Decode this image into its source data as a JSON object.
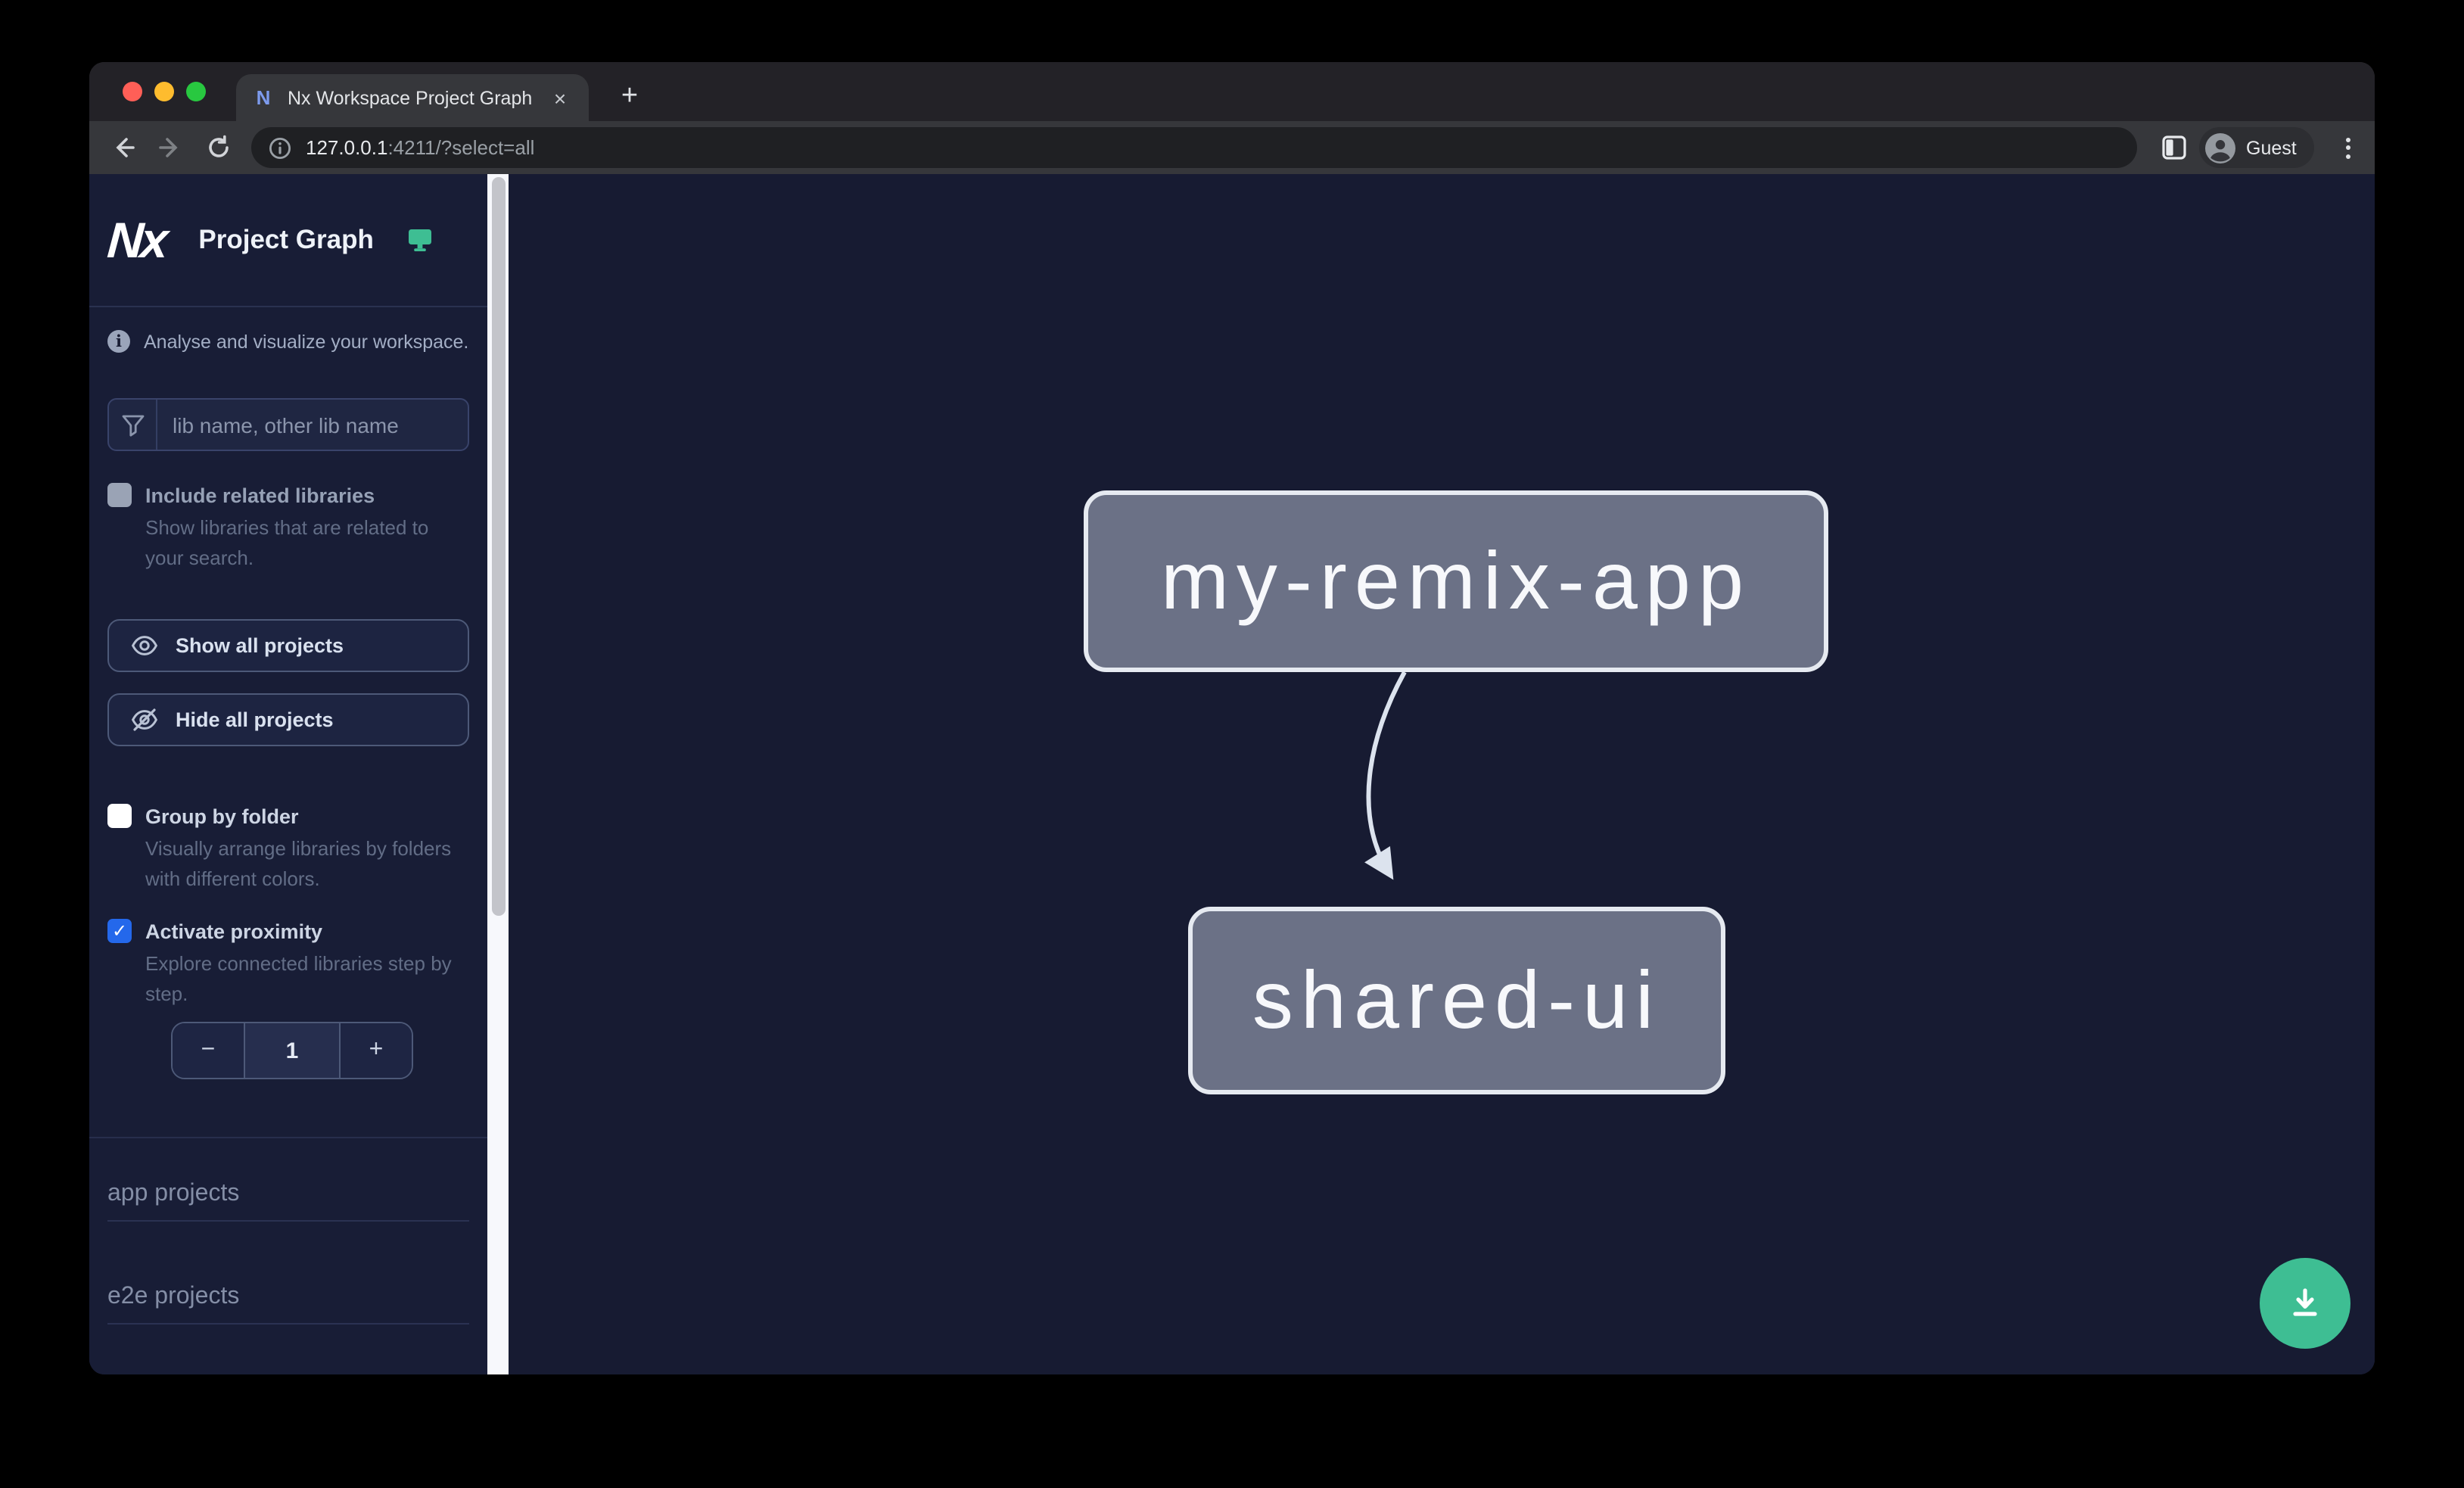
{
  "colors": {
    "accent_green": "#3ebe93",
    "proximity_checkbox_blue": "#2468eb",
    "node_fill": "#6b7186",
    "node_border": "#e6eaf1",
    "canvas_bg": "#171b32",
    "sidebar_bg": "#181d36"
  },
  "browser": {
    "tab_title": "Nx Workspace Project Graph",
    "tab_close": "×",
    "new_tab": "+",
    "url_host": "127.0.0.1",
    "url_rest": ":4211/?select=all",
    "profile_label": "Guest"
  },
  "sidebar": {
    "logo_text": "Nx",
    "title": "Project Graph",
    "tagline": "Analyse and visualize your workspace.",
    "filter_placeholder": "lib name, other lib name",
    "include_related": {
      "label": "Include related libraries",
      "description": "Show libraries that are related to your search.",
      "checked": false
    },
    "show_all_label": "Show all projects",
    "hide_all_label": "Hide all projects",
    "group_by_folder": {
      "label": "Group by folder",
      "description": "Visually arrange libraries by folders with different colors.",
      "checked": false
    },
    "activate_proximity": {
      "label": "Activate proximity",
      "description": "Explore connected libraries step by step.",
      "checked": true
    },
    "proximity_stepper": {
      "decrement": "−",
      "value": "1",
      "increment": "+"
    },
    "sections": [
      {
        "label": "app projects"
      },
      {
        "label": "e2e projects"
      }
    ]
  },
  "graph": {
    "nodes": [
      {
        "label": "my-remix-app"
      },
      {
        "label": "shared-ui"
      }
    ],
    "edges": [
      {
        "source": "my-remix-app",
        "target": "shared-ui"
      }
    ]
  }
}
